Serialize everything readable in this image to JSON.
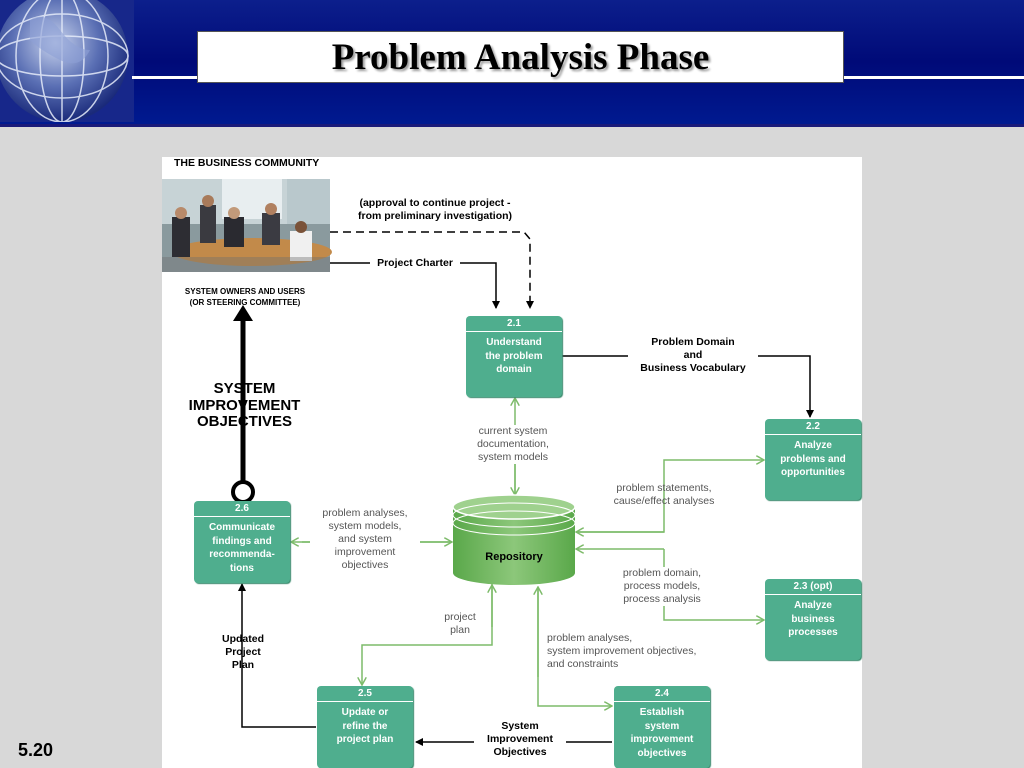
{
  "slide": {
    "title": "Problem Analysis Phase",
    "number": "5.20"
  },
  "diagram": {
    "community_label": "THE BUSINESS COMMUNITY",
    "owners_label": "SYSTEM OWNERS AND USERS\n(OR STEERING COMMITTEE)",
    "objectives_label": "SYSTEM\nIMPROVEMENT\nOBJECTIVES",
    "processes": [
      {
        "id": "2.1",
        "label": "Understand\nthe problem\ndomain"
      },
      {
        "id": "2.2",
        "label": "Analyze\nproblems and\nopportunities"
      },
      {
        "id": "2.3 (opt)",
        "label": "Analyze\nbusiness\nprocesses"
      },
      {
        "id": "2.4",
        "label": "Establish\nsystem\nimprovement\nobjectives"
      },
      {
        "id": "2.5",
        "label": "Update or\nrefine the\nproject plan"
      },
      {
        "id": "2.6",
        "label": "Communicate\nfindings and\nrecommenda-\ntions"
      }
    ],
    "repository": "Repository",
    "flows": {
      "approval": "(approval to continue project -\nfrom preliminary investigation)",
      "charter": "Project Charter",
      "domain_vocab": "Problem Domain\nand\nBusiness Vocabulary",
      "current_docs": "current system\ndocumentation,\nsystem models",
      "problem_statements": "problem statements,\ncause/effect analyses",
      "domain_models": "problem domain,\nprocess models,\nprocess analysis",
      "analyses_objectives": "problem analyses,\nsystem improvement objectives,\nand constraints",
      "project_plan": "project\nplan",
      "analyses_models": "problem analyses,\nsystem models,\nand system\nimprovement\nobjectives",
      "updated_plan": "Updated\nProject\nPlan",
      "sys_objectives": "System\nImprovement\nObjectives"
    }
  }
}
